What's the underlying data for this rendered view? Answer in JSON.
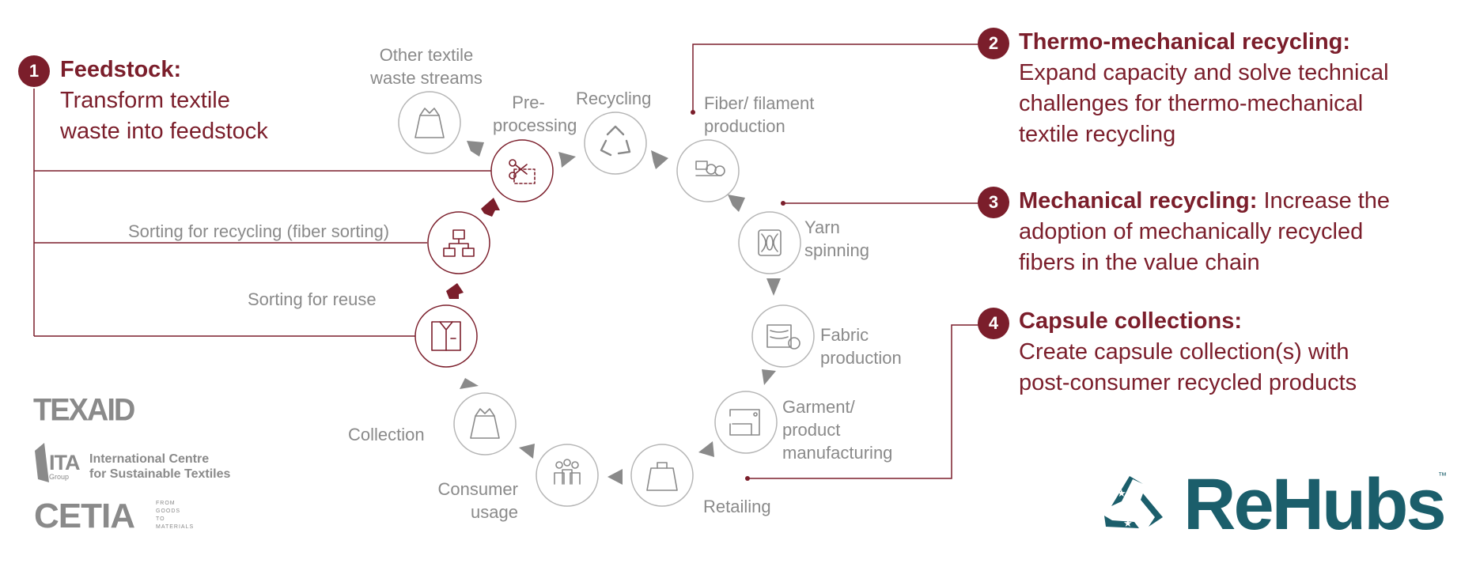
{
  "steps": {
    "other_waste": "Other textile\nwaste streams",
    "preprocessing": "Pre-\nprocessing",
    "recycling": "Recycling",
    "fiber_production": "Fiber/ filament\nproduction",
    "yarn": "Yarn\nspinning",
    "fabric": "Fabric\nproduction",
    "garment": "Garment/\nproduct\nmanufacturing",
    "retailing": "Retailing",
    "consumer": "Consumer\nusage",
    "collection": "Collection",
    "sorting_reuse": "Sorting for reuse",
    "sorting_recycling": "Sorting for recycling (fiber sorting)"
  },
  "callouts": [
    {
      "num": "1",
      "title": "Feedstock:",
      "body": "Transform textile\nwaste into feedstock"
    },
    {
      "num": "2",
      "title": "Thermo-mechanical recycling:",
      "body": "Expand capacity and solve technical\nchallenges for thermo-mechanical\ntextile recycling"
    },
    {
      "num": "3",
      "title": "Mechanical recycling:",
      "body": " Increase the\nadoption of mechanically recycled\nfibers in the value chain"
    },
    {
      "num": "4",
      "title": "Capsule collections:",
      "body": "Create capsule collection(s) with\npost-consumer recycled products"
    }
  ],
  "logos": {
    "texaid": "TEXAID",
    "ita_abbr": "ITA",
    "ita_group": "Group",
    "ita_name": "International Centre\nfor Sustainable Textiles",
    "cetia": "CETIA",
    "cetia_tag": "FROM\nGOODS\nTO\nMATERIALS",
    "rehubs": "ReHubs",
    "tm": "™"
  },
  "icons": {
    "other_waste": "waste-bag-icon",
    "preprocessing": "scissors-icon",
    "recycling": "recycle-icon",
    "fiber_production": "filament-spool-icon",
    "yarn": "yarn-bobbin-icon",
    "fabric": "fabric-roll-icon",
    "garment": "sewing-machine-icon",
    "retailing": "shopping-bag-icon",
    "consumer": "people-icon",
    "collection": "collection-bag-icon",
    "sorting_reuse": "shirt-box-icon",
    "sorting_recycling": "sorting-hierarchy-icon"
  },
  "colors": {
    "accent": "#7b1e2b",
    "grey": "#8a8a8a",
    "brand": "#1b5e6b"
  }
}
